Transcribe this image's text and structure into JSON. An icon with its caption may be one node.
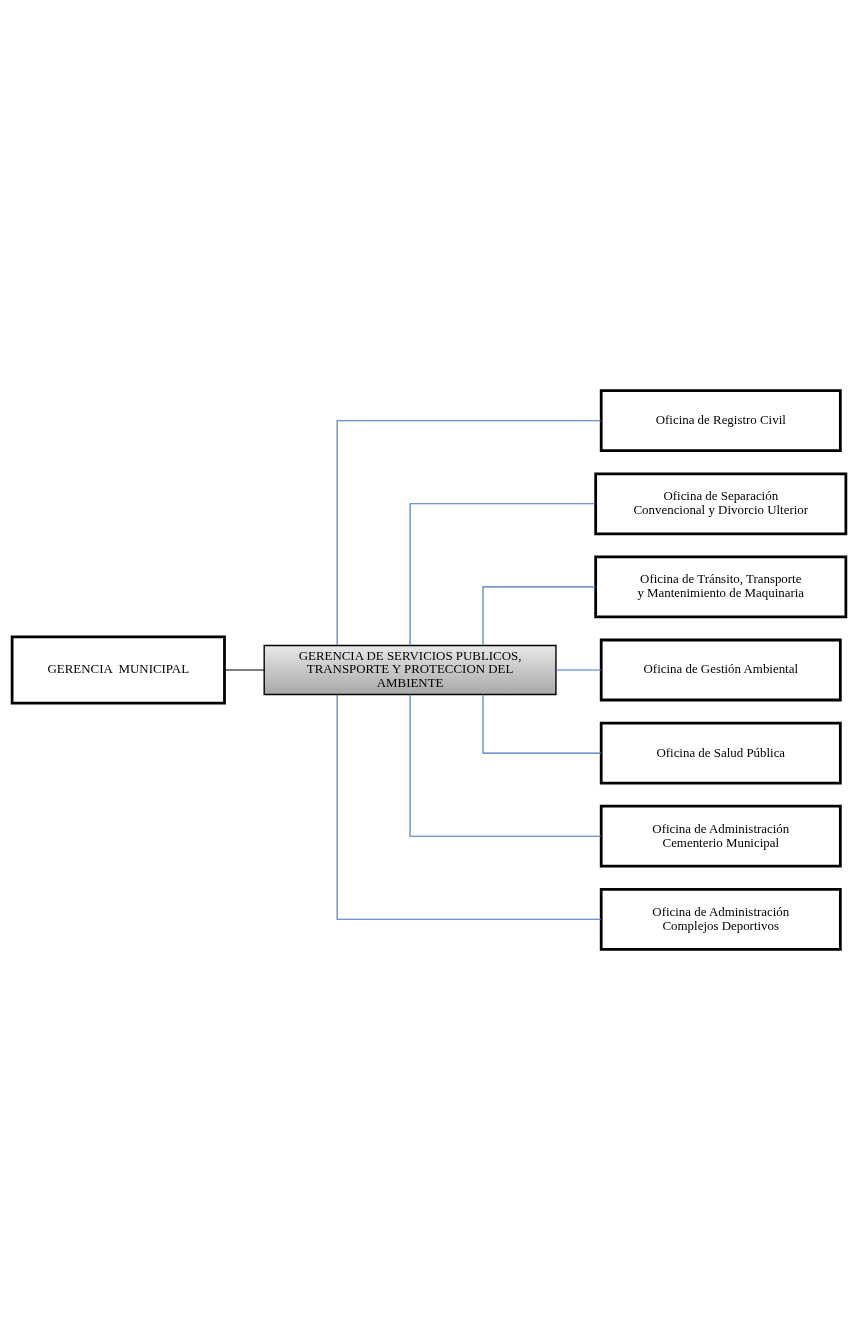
{
  "diagram": {
    "nodes": [
      {
        "text": [
          "GERENCIA  MUNICIPAL"
        ]
      },
      {
        "text": [
          "GERENCIA DE SERVICIOS PUBLICOS, TRANSPORTE Y PROTECCION DEL AMBIENTE"
        ]
      },
      {
        "text": [
          "Oficina de Registro Civil"
        ]
      },
      {
        "text": [
          "Oficina de Separación Convencional y Divorcio Ulterior"
        ]
      },
      {
        "text": [
          "Oficina de Tránsito, Transporte y Mantenimiento de Maquinaria"
        ]
      },
      {
        "text": [
          "Oficina de Gestión Ambiental"
        ]
      },
      {
        "text": [
          "Oficina de Salud Pública"
        ]
      },
      {
        "text": [
          "Oficina de Administración Cementerio Municipal"
        ]
      },
      {
        "text": [
          "Oficina de Administración Complejos Deportivos"
        ]
      }
    ],
    "edges": [
      {
        "from": 0,
        "to": 1,
        "arrow": "none",
        "color": "#000000"
      },
      {
        "from": 1,
        "to": 2,
        "arrow": "none"
      },
      {
        "from": 1,
        "to": 3,
        "arrow": "none"
      },
      {
        "from": 1,
        "to": 4,
        "arrow": "none"
      },
      {
        "from": 1,
        "to": 5,
        "arrow": "none"
      },
      {
        "from": 1,
        "to": 6,
        "arrow": "none"
      },
      {
        "from": 1,
        "to": 7,
        "arrow": "none"
      },
      {
        "from": 1,
        "to": 8,
        "arrow": "none"
      }
    ]
  }
}
